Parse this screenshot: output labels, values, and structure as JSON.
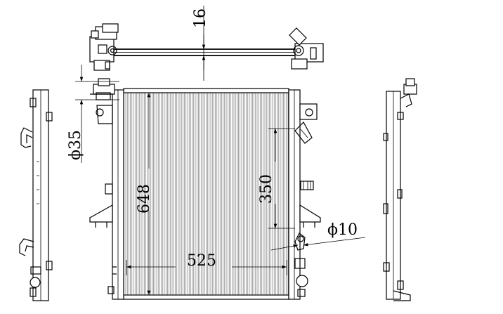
{
  "dimensions": {
    "top_thickness": "16",
    "upper_hose_diameter": "ϕ35",
    "core_height": "648",
    "bracket_spacing": "350",
    "lower_hose_diameter": "ϕ10",
    "core_width": "525"
  },
  "colors": {
    "line": "#000000",
    "background": "#ffffff"
  }
}
